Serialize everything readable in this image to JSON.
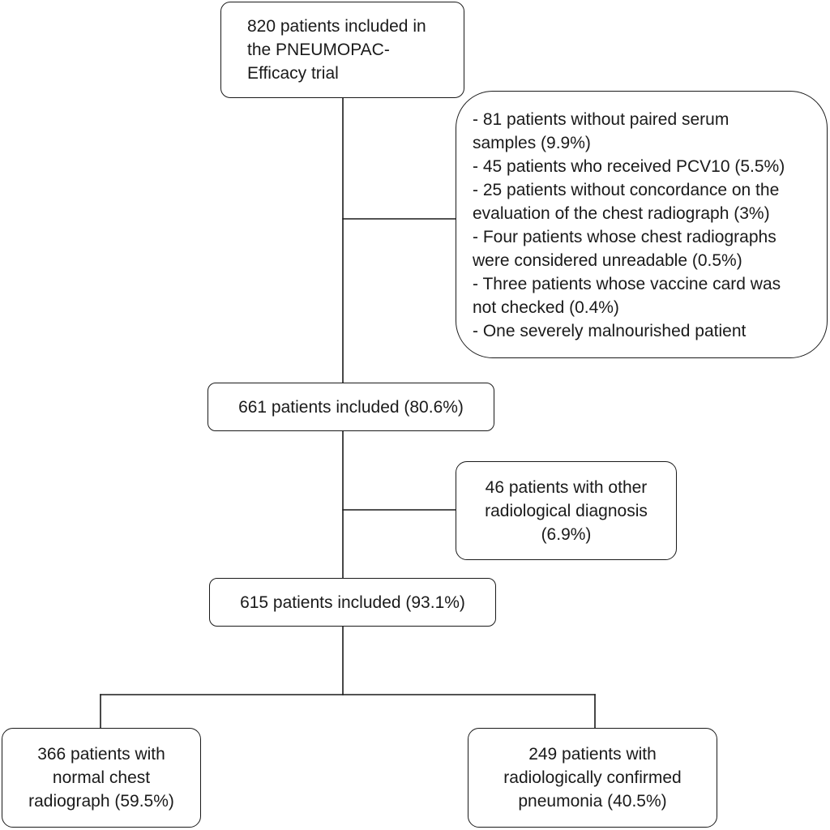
{
  "flowchart": {
    "start_box": {
      "lines": [
        "820 patients included in",
        "the PNEUMOPAC-",
        "Efficacy trial"
      ]
    },
    "exclusions_box": {
      "items": [
        [
          "- 81 patients without paired serum",
          "samples (9.9%)"
        ],
        [
          "- 45 patients who received PCV10 (5.5%)"
        ],
        [
          "- 25 patients without concordance on the",
          "evaluation of the chest radiograph (3%)"
        ],
        [
          "- Four patients whose chest radiographs",
          "were considered unreadable (0.5%)"
        ],
        [
          "- Three patients whose vaccine card was",
          "not checked (0.4%)"
        ],
        [
          "- One severely malnourished patient"
        ]
      ]
    },
    "included_661_box": {
      "lines": [
        "661 patients included (80.6%)"
      ]
    },
    "other_diagnosis_box": {
      "lines": [
        "46 patients with other",
        "radiological diagnosis",
        "(6.9%)"
      ]
    },
    "included_615_box": {
      "lines": [
        "615 patients included (93.1%)"
      ]
    },
    "normal_box": {
      "lines": [
        "366 patients with",
        "normal chest",
        "radiograph (59.5%)"
      ]
    },
    "pneumonia_box": {
      "lines": [
        "249 patients with",
        "radiologically confirmed",
        "pneumonia (40.5%)"
      ]
    }
  }
}
